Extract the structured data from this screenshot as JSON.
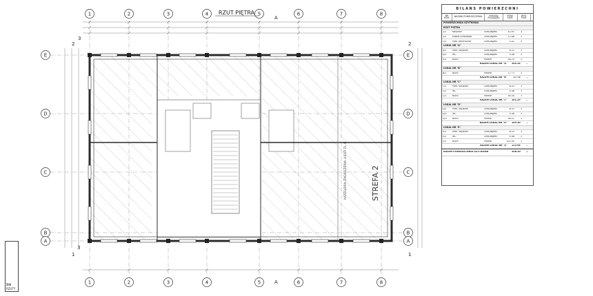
{
  "plan": {
    "title": "RZUT PIĘTRA",
    "section_marker": "A",
    "axes_top": [
      "1",
      "2",
      "3",
      "4",
      "5",
      "6",
      "7",
      "8"
    ],
    "axes_side": [
      "E",
      "D",
      "C",
      "B",
      "A"
    ],
    "side_markers": [
      "3",
      "2",
      "2",
      "3",
      "1",
      "1"
    ],
    "zone_label": "STREFA 2",
    "zone_note": "KATEGORIA ZAGROŻENIA LUDZI ZL III",
    "colors": {
      "line": "#3a3a3a",
      "hatch": "#9a9a9a",
      "wall": "#2a2a2a"
    }
  },
  "table": {
    "title": "BILANS  POWIERZCHNI",
    "headers": [
      "NR POM.",
      "NAZWA POMIESZCZENIA",
      "RODZAJ POSADZKI",
      "POW. POM.",
      "WYS. POM."
    ],
    "sections": [
      {
        "name": "POWIERZCHNIA UŻYTKOWA",
        "rows": []
      },
      {
        "name": "RZUT PIĘTRA",
        "rows": [
          [
            "2/1",
            "Korytarz",
            "Gres/Iagres",
            "43.93",
            "3"
          ],
          [
            "2/2",
            "Klatka Schodowa",
            "Gres/Iagres",
            "12.06",
            "3"
          ],
          [
            "2/3",
            "Pom. techniczne",
            "Gres/Iagres",
            "4.42",
            "3"
          ]
        ]
      },
      {
        "name": "LOKAL NR \"A\"",
        "rows": [
          [
            "A/1",
            "Pom. socjalne",
            "Gres/Iagres",
            "6.53",
            "3"
          ],
          [
            "A/2",
            "WC",
            "Gres/Iagres",
            "4.46",
            "3"
          ],
          [
            "A/3",
            "Biuro",
            "Panele",
            "94.25",
            "3"
          ]
        ],
        "subtotal": [
          "RAZEM LOKAL NR \"A\"",
          "105.24"
        ]
      },
      {
        "name": "LOKAL NR \"B\"",
        "rows": [
          [
            "B/1",
            "Biuro",
            "Panele",
            "17.73",
            "3"
          ]
        ],
        "subtotal": [
          "RAZEM LOKAL NR \"B\"",
          "17.73"
        ]
      },
      {
        "name": "LOKAL NR \"C\"",
        "rows": [
          [
            "C/1",
            "Pom. socjalne",
            "Gres/Iagres",
            "6.53",
            "3"
          ],
          [
            "C/2",
            "WC",
            "Gres/Iagres",
            "4.46",
            "3"
          ],
          [
            "C/3",
            "Biuro",
            "Panele",
            "90.30",
            "3"
          ]
        ],
        "subtotal": [
          "RAZEM LOKAL NR \"C\"",
          "101.29"
        ]
      },
      {
        "name": "LOKAL NR \"D\"",
        "rows": [
          [
            "D/1",
            "Pom. socjalne",
            "Gres/Iagres",
            "6.53",
            "3"
          ],
          [
            "D/2",
            "WC",
            "Gres/Iagres",
            "4.46",
            "3"
          ],
          [
            "D/3",
            "Biuro",
            "Panele",
            "98.51",
            "3"
          ]
        ],
        "subtotal": [
          "RAZEM LOKAL NR \"D\"",
          "109.50"
        ]
      },
      {
        "name": "LOKAL NR \"E\"",
        "rows": [
          [
            "E/1",
            "Pom. socjalne",
            "Gres/Iagres",
            "6.53",
            "3"
          ],
          [
            "E/2",
            "WC",
            "Gres/Iagres",
            "4.46",
            "3"
          ],
          [
            "E/3",
            "Biuro",
            "Panele",
            "102.95",
            "3"
          ]
        ],
        "subtotal": [
          "RAZEM LOKAL NR \"E\"",
          "113.94"
        ]
      }
    ],
    "total": [
      "RAZEM POWIERZCHNIA UŻYTKOWA",
      "508.50"
    ]
  },
  "stamp": {
    "number": "5/6",
    "text": "RZUTY"
  }
}
